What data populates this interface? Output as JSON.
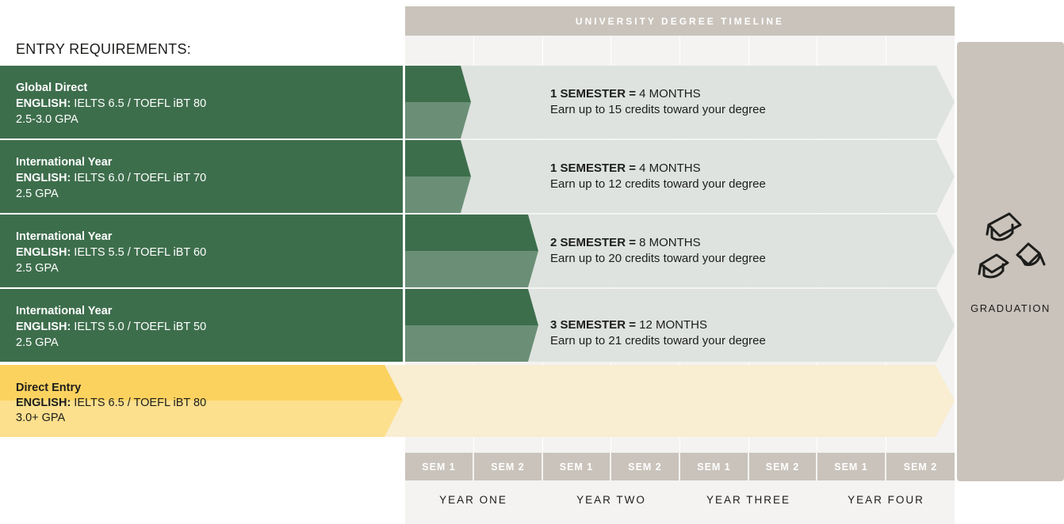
{
  "timeline_title": "UNIVERSITY DEGREE TIMELINE",
  "entry_heading": "ENTRY REQUIREMENTS:",
  "colors": {
    "green_dark": "#3d6e4c",
    "green_light": "#6b8f76",
    "band": "#dee3df",
    "yellow": "#fcd25f",
    "yellow_light": "#f9edd2",
    "gray": "#c9c3bb"
  },
  "pathways": [
    {
      "name": "Global Direct",
      "english_label": "ENGLISH:",
      "english_value": " IELTS 6.5 / TOEFL iBT 80",
      "gpa": "2.5-3.0 GPA",
      "semesters": "1 SEMESTER =",
      "months": " 4 MONTHS",
      "credits": "Earn up to 15 credits toward your degree",
      "semester_count": 1
    },
    {
      "name": "International Year",
      "english_label": "ENGLISH:",
      "english_value": " IELTS 6.0 / TOEFL iBT 70",
      "gpa": "2.5 GPA",
      "semesters": "1 SEMESTER =",
      "months": " 4 MONTHS",
      "credits": "Earn up to 12 credits toward your degree",
      "semester_count": 1
    },
    {
      "name": "International Year",
      "english_label": "ENGLISH:",
      "english_value": " IELTS 5.5 / TOEFL iBT 60",
      "gpa": "2.5 GPA",
      "semesters": "2 SEMESTER =",
      "months": " 8 MONTHS",
      "credits": "Earn up to 20 credits toward your degree",
      "semester_count": 2
    },
    {
      "name": "International Year",
      "english_label": "ENGLISH:",
      "english_value": " IELTS 5.0 / TOEFL iBT 50",
      "gpa": "2.5 GPA",
      "semesters": "3 SEMESTER =",
      "months": " 12 MONTHS",
      "credits": "Earn up to 21 credits toward your degree",
      "semester_count": 3
    }
  ],
  "direct_entry": {
    "name": "Direct Entry",
    "english_label": "ENGLISH:",
    "english_value": " IELTS 6.5 / TOEFL iBT 80",
    "gpa": "3.0+ GPA"
  },
  "graduation": {
    "label": "GRADUATION",
    "icon": "graduation-caps-icon"
  },
  "semesters": [
    "SEM 1",
    "SEM 2",
    "SEM 1",
    "SEM 2",
    "SEM 1",
    "SEM 2",
    "SEM 1",
    "SEM 2"
  ],
  "years": [
    "YEAR ONE",
    "YEAR TWO",
    "YEAR THREE",
    "YEAR FOUR"
  ]
}
